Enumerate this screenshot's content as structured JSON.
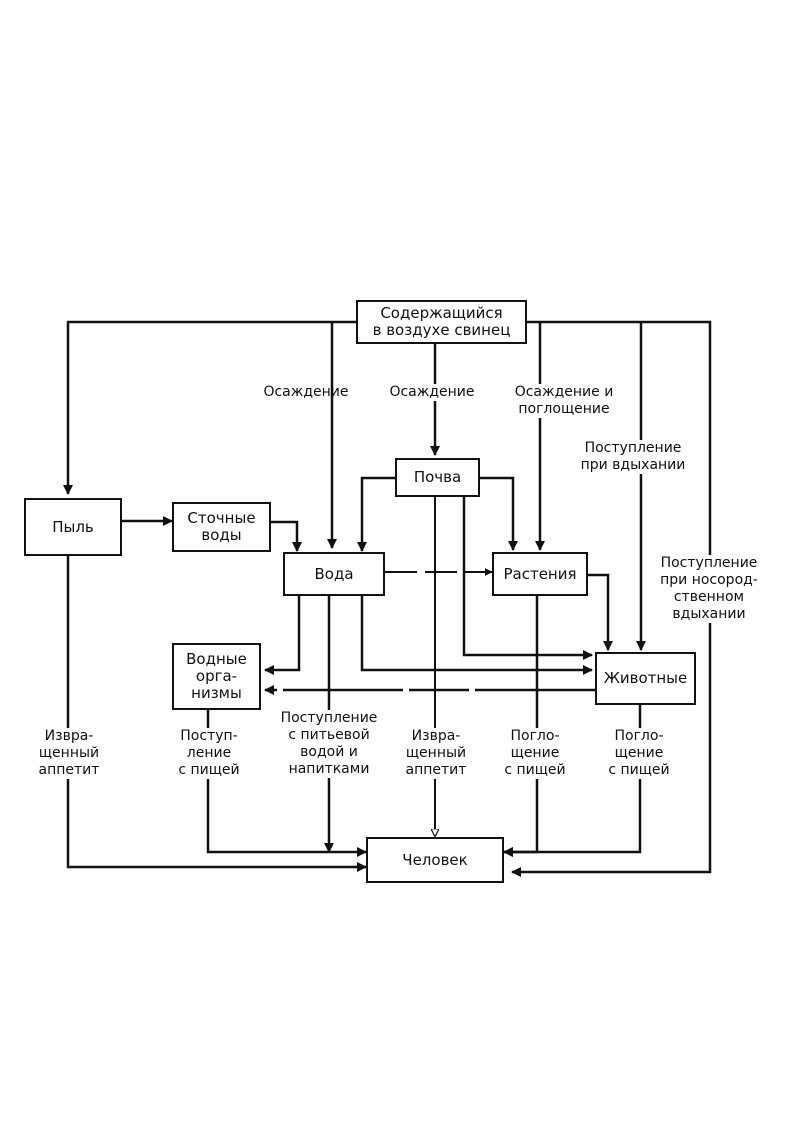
{
  "nodes": {
    "air_lead": "Содержащийся\nв воздухе свинец",
    "dust": "Пыль",
    "wastewater": "Сточные\nводы",
    "soil": "Почва",
    "water": "Вода",
    "plants": "Растения",
    "aquatic": "Водные\nорга-\nнизмы",
    "animals": "Животные",
    "human": "Человек"
  },
  "labels": {
    "deposition_1": "Осаждение",
    "deposition_2": "Осаждение",
    "deposition_uptake": "Осаждение и\nпоглощение",
    "inhalation": "Поступление\nпри вдыхании",
    "inhalation_nose": "Поступление\nпри носород-\nственном\nвдыхании",
    "pica_left": "Извра-\nщенный\nаппетит",
    "food_left": "Поступ-\nление\nс пищей",
    "drinking": "Поступление\nс питьевой\nводой и\nнапитками",
    "pica_center": "Извра-\nщенный\nаппетит",
    "food_center": "Погло-\nщение\nс пищей",
    "food_right": "Погло-\nщение\nс пищей"
  }
}
